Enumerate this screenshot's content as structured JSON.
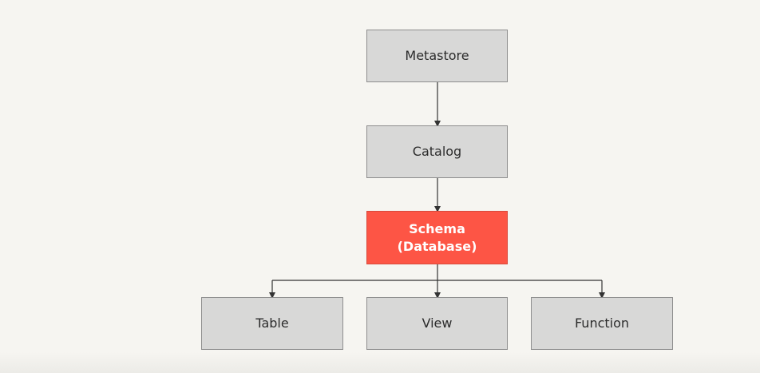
{
  "diagram": {
    "nodes": {
      "metastore": {
        "label": "Metastore"
      },
      "catalog": {
        "label": "Catalog"
      },
      "schema": {
        "label_line1": "Schema",
        "label_line2": "(Database)"
      },
      "table": {
        "label": "Table"
      },
      "view": {
        "label": "View"
      },
      "function": {
        "label": "Function"
      }
    },
    "colors": {
      "node_fill": "#d8d8d7",
      "highlight_fill": "#fd5545",
      "connector": "#333333"
    },
    "edges": [
      [
        "metastore",
        "catalog"
      ],
      [
        "catalog",
        "schema"
      ],
      [
        "schema",
        "table"
      ],
      [
        "schema",
        "view"
      ],
      [
        "schema",
        "function"
      ]
    ]
  }
}
